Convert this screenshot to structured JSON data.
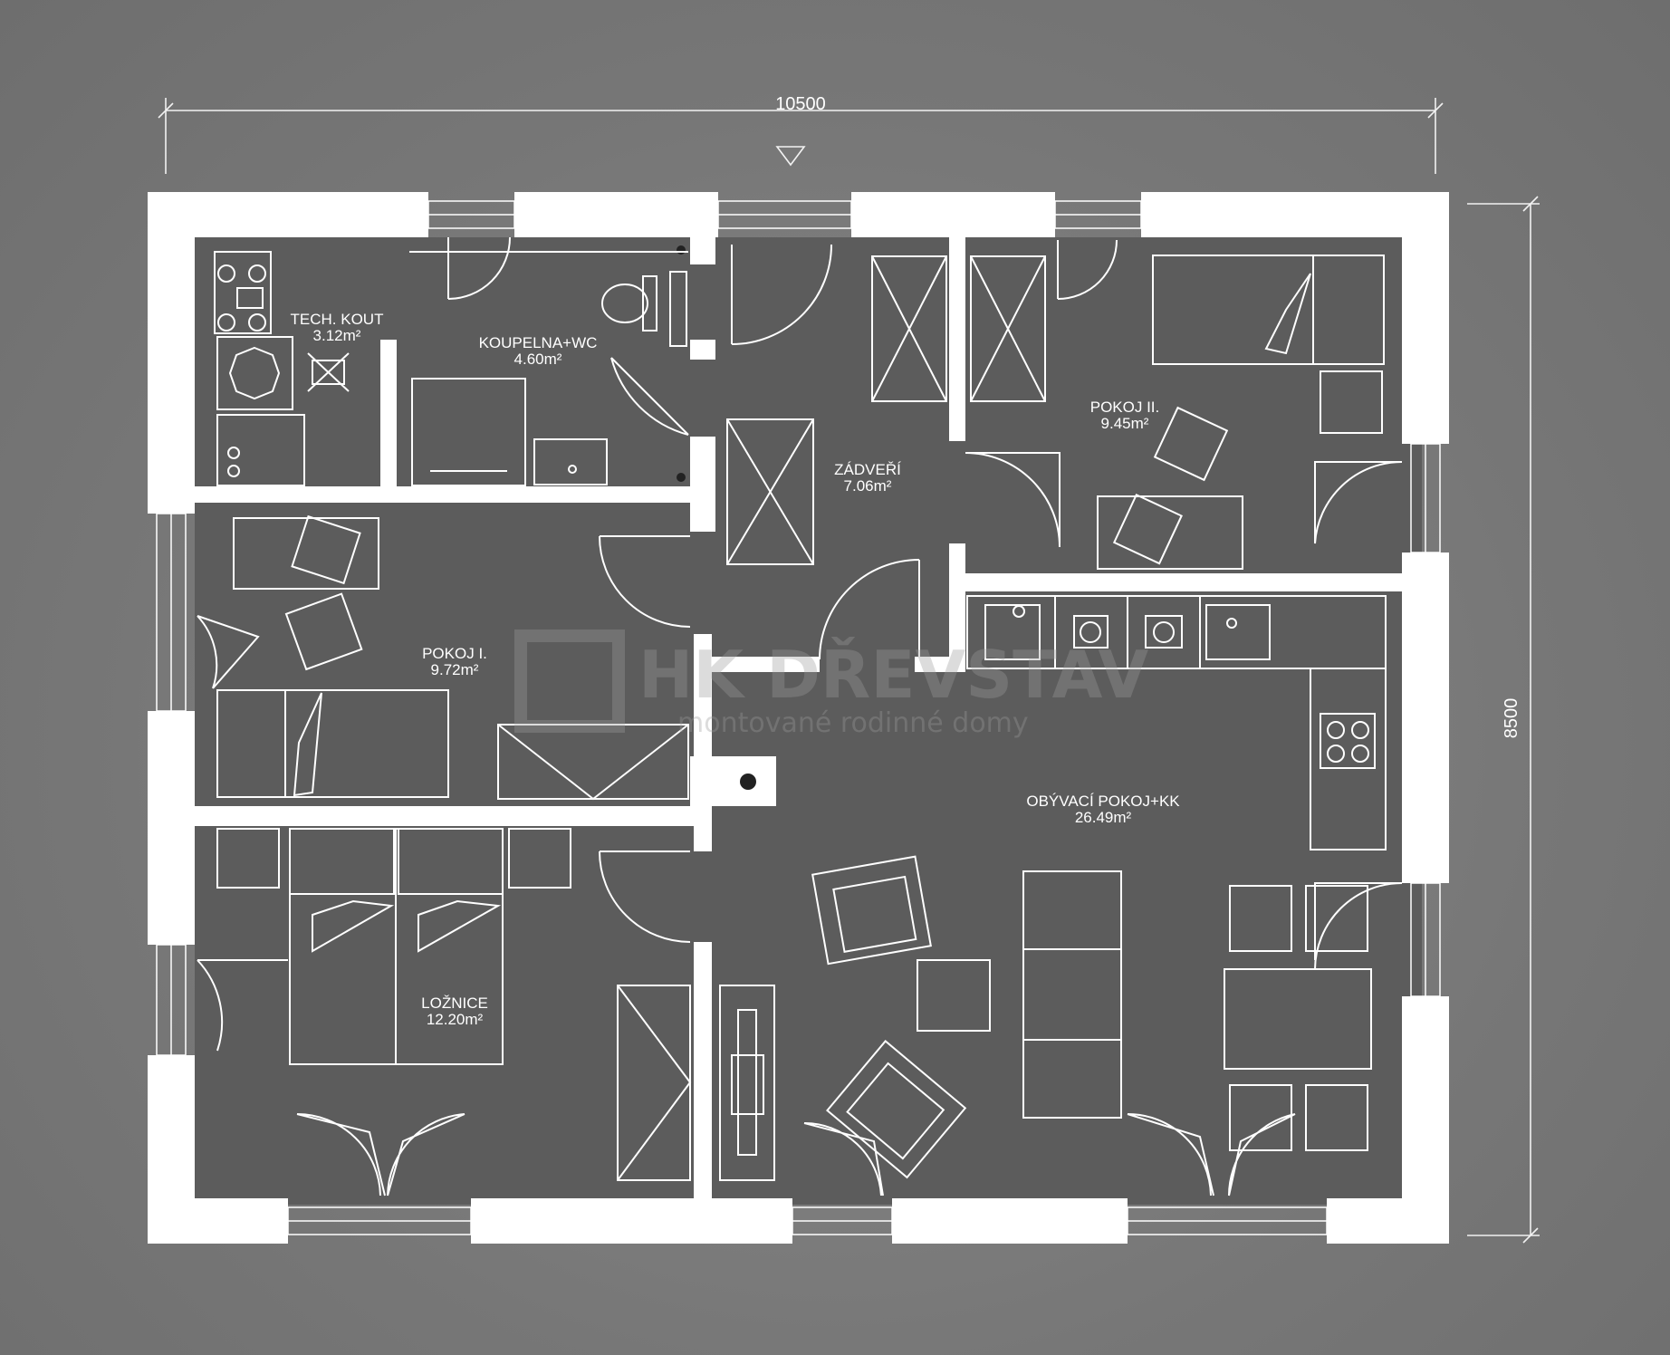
{
  "dimensions": {
    "width_label": "10500",
    "height_label": "8500"
  },
  "rooms": [
    {
      "id": "tech",
      "name": "TECH. KOUT",
      "area": "3.12m²"
    },
    {
      "id": "bath",
      "name": "KOUPELNA+WC",
      "area": "4.60m²"
    },
    {
      "id": "hall",
      "name": "ZÁDVEŘÍ",
      "area": "7.06m²"
    },
    {
      "id": "room2",
      "name": "POKOJ II.",
      "area": "9.45m²"
    },
    {
      "id": "room1",
      "name": "POKOJ I.",
      "area": "9.72m²"
    },
    {
      "id": "living",
      "name": "OBÝVACÍ POKOJ+KK",
      "area": "26.49m²"
    },
    {
      "id": "bed",
      "name": "LOŽNICE",
      "area": "12.20m²"
    }
  ],
  "watermark": {
    "brand": "HK DŘEVSTAV",
    "tagline": "montované rodinné domy"
  },
  "colors": {
    "background": "#7a7a7a",
    "floor": "#5c5c5c",
    "walls": "#ffffff",
    "lines": "#ffffff"
  }
}
